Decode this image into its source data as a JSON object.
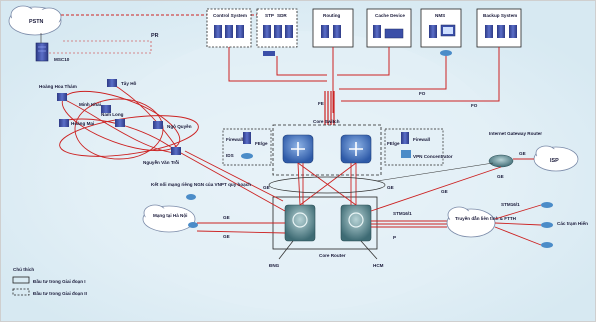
{
  "nodes": {
    "pstn": "PSTN",
    "msc": "MSC10",
    "stp": "STP",
    "control_system": "Control System",
    "sdr": "SDR",
    "routing": "Routing",
    "cache_device": "Cache Device",
    "nms": "NMS",
    "backup_system": "Backup System",
    "core_switch": "Core Switch",
    "firewall_left": "Firewall",
    "firewall_right": "Firewall",
    "ids": "IDS",
    "vpn": "VPN Concentrator",
    "internet_router": "Internet Gateway Router",
    "isp": "ISP",
    "core_router": "Core Router",
    "dn": "ĐNG",
    "hcm": "HCM",
    "remote_net": "Mạng tại Hà Nội",
    "access_net": "Truyền dẫn liên tỉnh & FTTH",
    "customer_sites": "Các trạm Hiển",
    "ring_node_1": "Hoàng Hoa Thám",
    "ring_node_2": "Tây Hồ",
    "ring_node_3": "Minh Khai",
    "ring_node_4": "Hoàng Mai",
    "ring_node_5": "Ngô Quyền",
    "ring_node_6": "Nguyễn Văn Trỗi",
    "ring_node_7": "Nam Long",
    "remote_note": "Kết nối mạng riêng NGN của VNPT quy hoạch"
  },
  "links": {
    "pstn_stp": "PR",
    "fe_main": "FE",
    "fo_1": "FO",
    "fo_2": "FO",
    "ge_left": "GE",
    "ge_right": "GE",
    "ge_down_1": "GE",
    "ge_down_2": "GE",
    "ge_isp": "GE",
    "p_link": "P",
    "stm": "STM16/1",
    "stm_sites": "STM16/1",
    "fe_left": "FE/ge",
    "fe_right": "FE/ge"
  },
  "legend": {
    "title": "Chú thích",
    "solid": "Đầu tư trong Giai đoạn I",
    "dashed": "Đầu tư trong Giai đoạn II"
  },
  "colors": {
    "link_red": "#cc2222",
    "link_dark": "#333333",
    "device_blue": "#3b4fa8",
    "cloud": "#ffffff",
    "background": "#e9f3f8"
  }
}
